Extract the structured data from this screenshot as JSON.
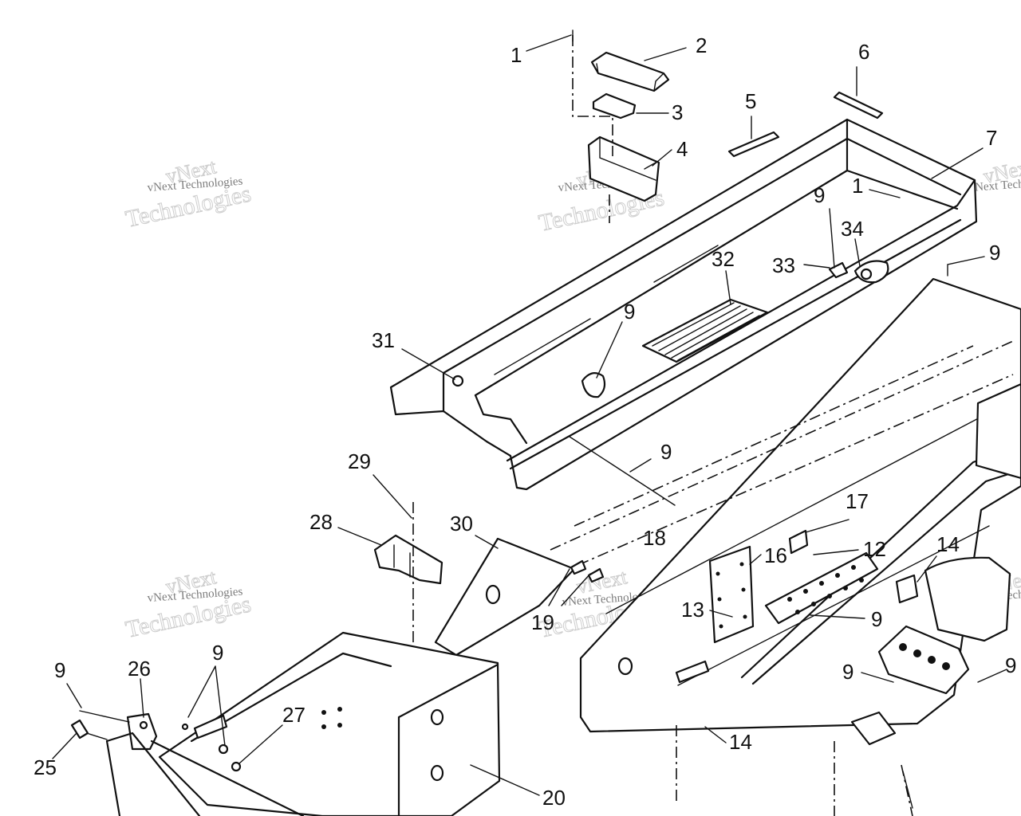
{
  "watermark": {
    "brand": "vNext",
    "word": "Technologies",
    "full": "vNext Technologies"
  },
  "callouts": [
    "1",
    "2",
    "3",
    "4",
    "5",
    "6",
    "7",
    "1",
    "9",
    "34",
    "9",
    "32",
    "33",
    "9",
    "31",
    "9",
    "29",
    "28",
    "30",
    "18",
    "17",
    "16",
    "12",
    "14",
    "13",
    "19",
    "9",
    "9",
    "26",
    "9",
    "27",
    "25",
    "20",
    "14",
    "9",
    "9"
  ],
  "colors": {
    "line": "#111111",
    "background": "#ffffff",
    "watermark": "#c9c9c9"
  }
}
